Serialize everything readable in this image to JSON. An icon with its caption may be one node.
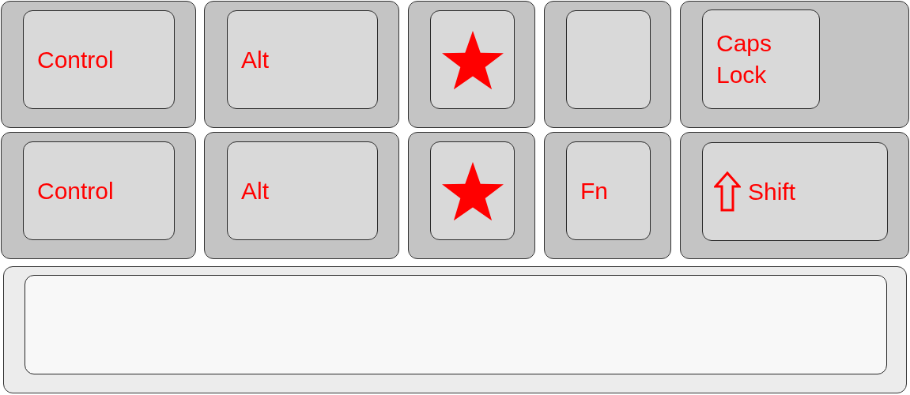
{
  "diagram": {
    "nodes": [
      {
        "text": [
          "Control"
        ]
      },
      {
        "text": [
          "Alt"
        ]
      },
      {
        "text": [],
        "shape": "box"
      },
      {
        "text": [],
        "shape": "box"
      },
      {
        "text": [
          "Caps Lock"
        ]
      },
      {
        "text": [
          "Control"
        ]
      },
      {
        "text": [
          "Alt"
        ]
      },
      {
        "text": [],
        "shape": "box"
      },
      {
        "text": [
          "Fn"
        ]
      },
      {
        "text": [
          "Shift"
        ]
      },
      {
        "text": [],
        "shape": "box"
      }
    ]
  }
}
